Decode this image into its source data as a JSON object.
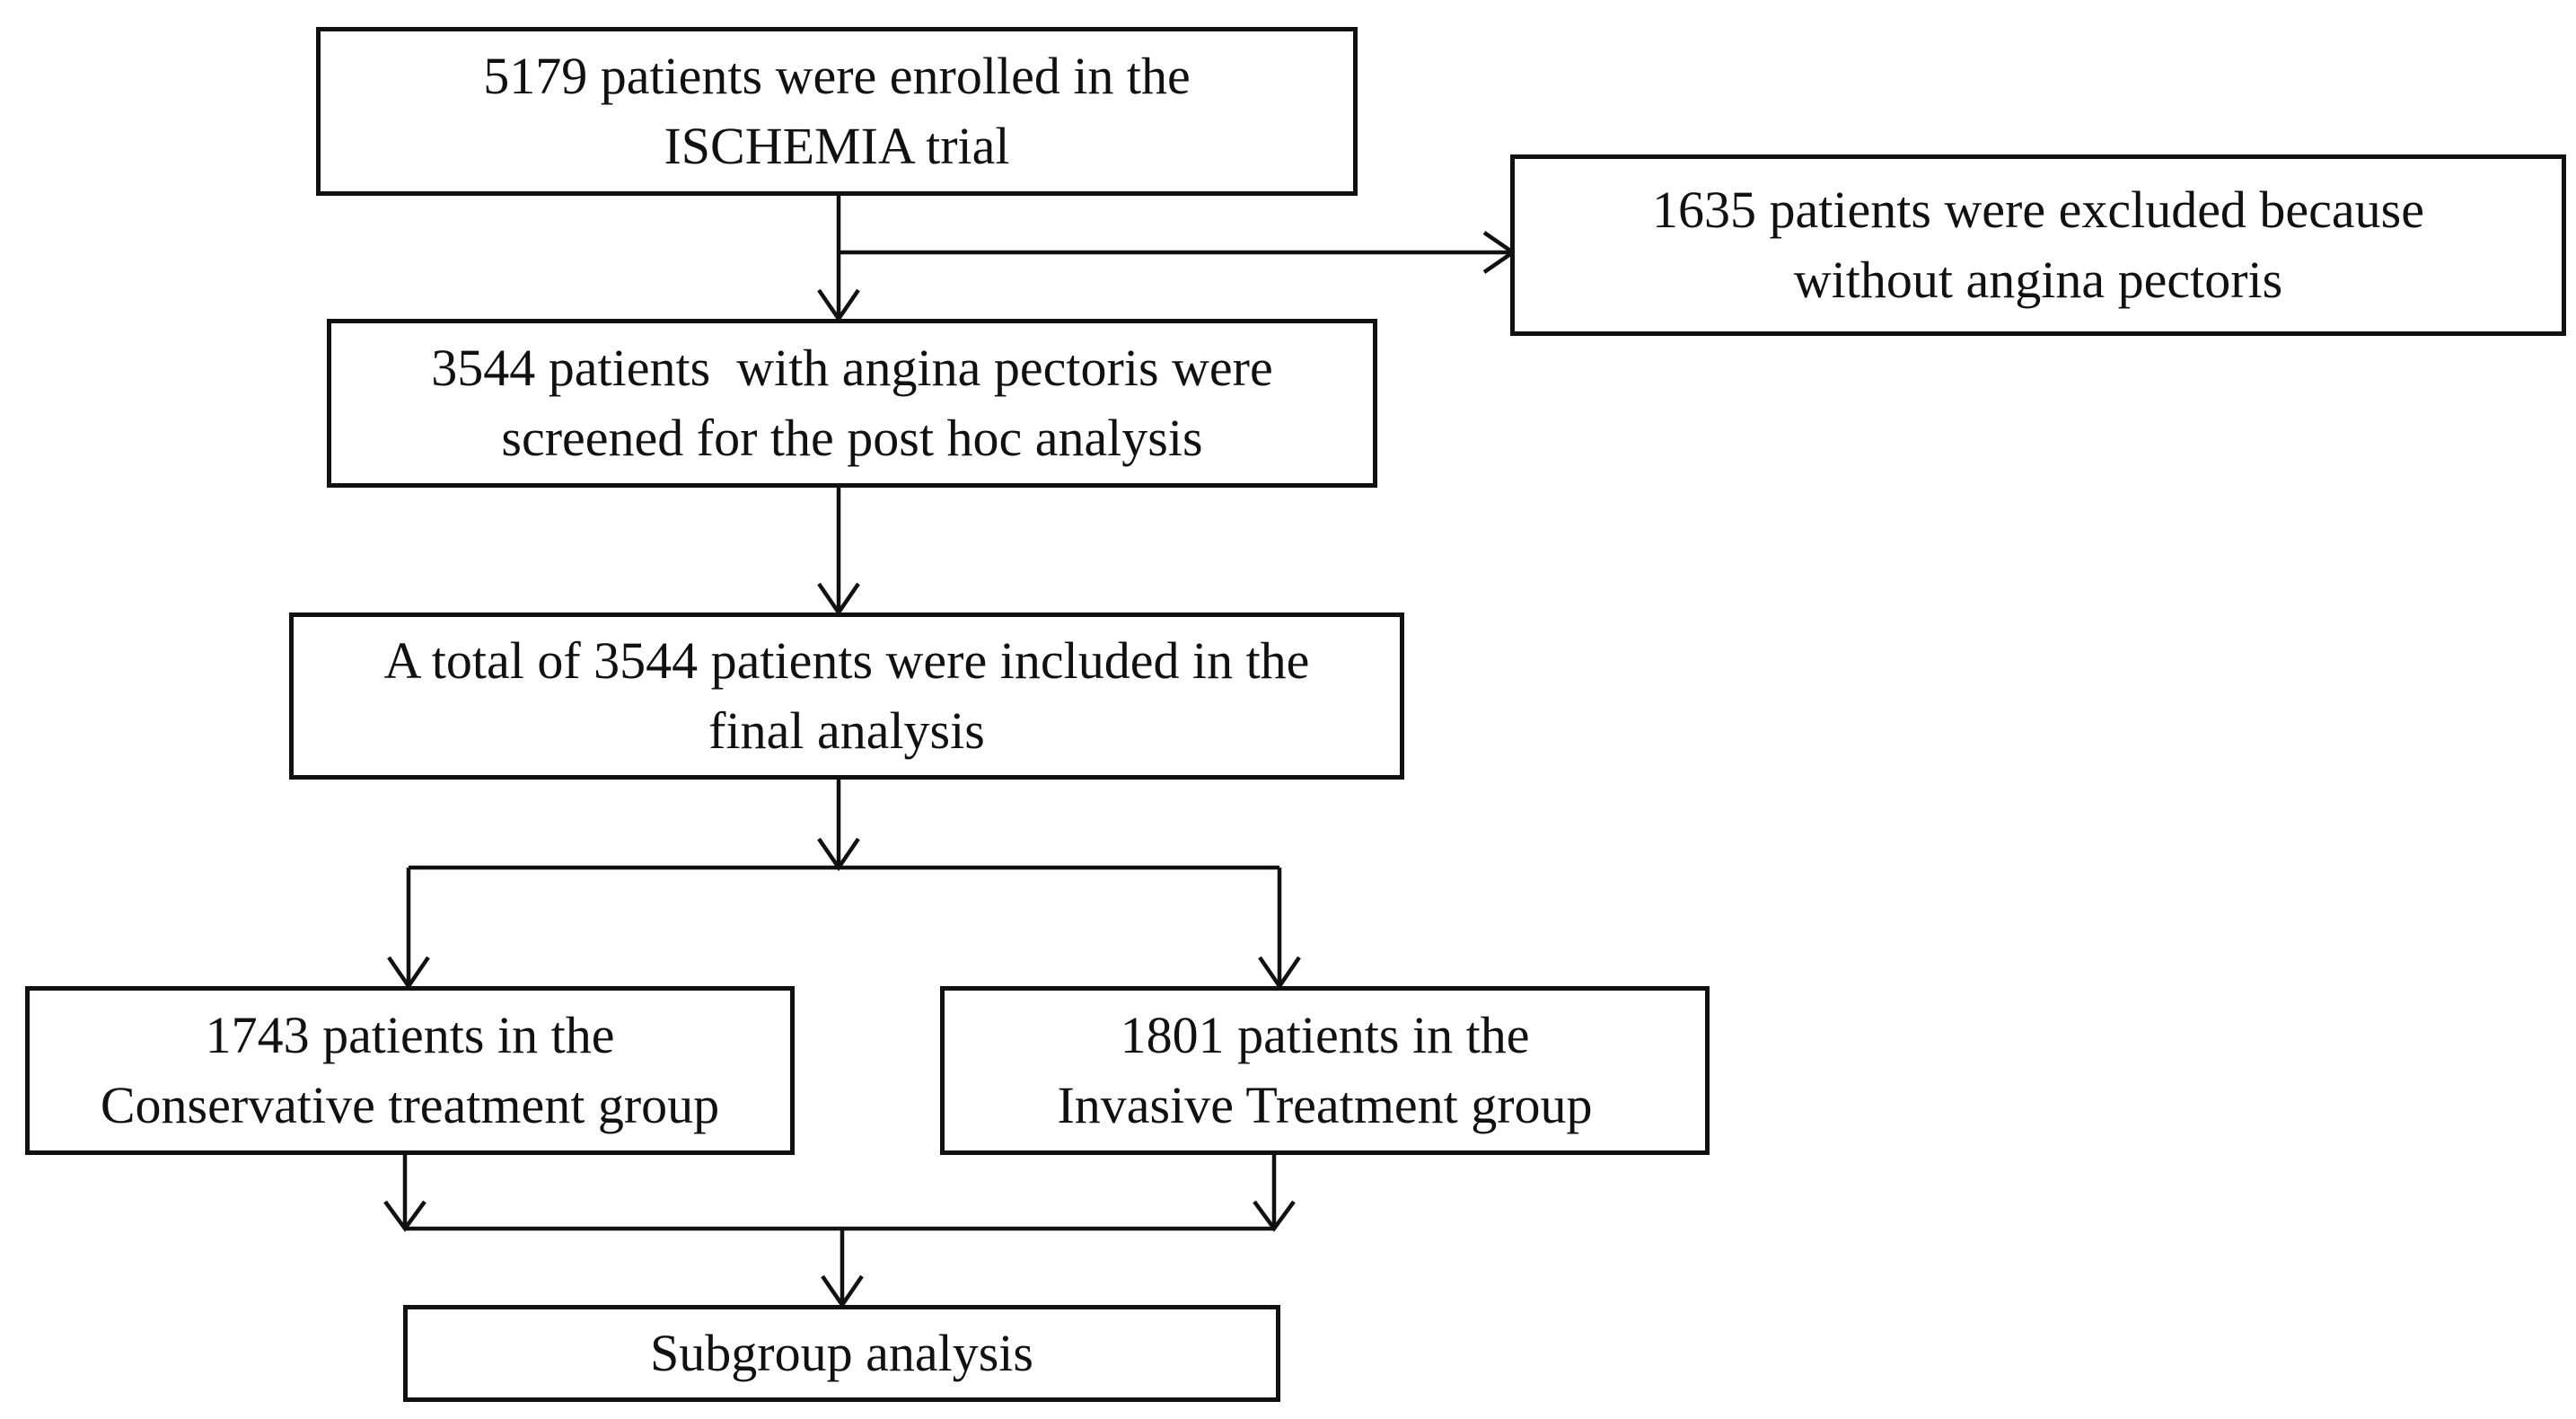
{
  "nodes": {
    "enrolled": {
      "lines": [
        "5179 patients were enrolled in the",
        "ISCHEMIA trial"
      ]
    },
    "excluded": {
      "lines": [
        "1635 patients were excluded because",
        "without angina pectoris"
      ]
    },
    "screened": {
      "lines": [
        "3544 patients  with angina pectoris were",
        "screened for the post hoc analysis"
      ]
    },
    "included": {
      "lines": [
        "A total of 3544 patients were included in the",
        "final analysis"
      ]
    },
    "conservative": {
      "lines": [
        "1743 patients in the",
        "Conservative treatment group"
      ]
    },
    "invasive": {
      "lines": [
        "1801 patients in the",
        "Invasive Treatment group"
      ]
    },
    "subgroup": {
      "lines": [
        "Subgroup analysis"
      ]
    }
  },
  "colors": {
    "stroke": "#111111",
    "background": "#ffffff"
  }
}
